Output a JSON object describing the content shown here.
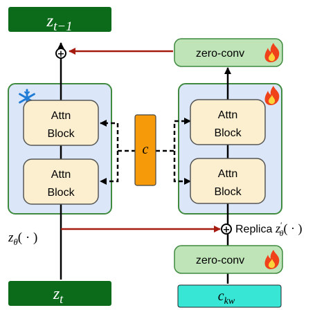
{
  "nodes": {
    "z_prev": {
      "base": "z",
      "sub": "t−1"
    },
    "z_t": {
      "base": "z",
      "sub": "t"
    },
    "c_kw": {
      "base": "c",
      "sub": "kw"
    },
    "c": "c",
    "zero_conv_top": "zero-conv",
    "zero_conv_bottom": "zero-conv",
    "attn_frozen_1": [
      "Attn",
      "Block"
    ],
    "attn_frozen_2": [
      "Attn",
      "Block"
    ],
    "attn_train_1": [
      "Attn",
      "Block"
    ],
    "attn_train_2": [
      "Attn",
      "Block"
    ]
  },
  "labels": {
    "frozen_model": {
      "base": "z",
      "sub": "θ",
      "args": "( · )"
    },
    "replica_word": "Replica",
    "replica_model": {
      "base": "z",
      "prime": "′",
      "sub": "θ",
      "args": "( · )"
    },
    "plus": "+"
  },
  "icons": {
    "frozen": "snowflake-icon",
    "trainable": "fire-icon"
  },
  "colors": {
    "dark_green": "#0c6b1a",
    "light_green": "#bfe4b8",
    "panel_blue": "#dbe7f8",
    "panel_border": "#3f8a3f",
    "block_fill": "#fcefcf",
    "c_fill": "#f69a0a",
    "ckw_fill": "#37e6d5",
    "red_arrow": "#a61b0f",
    "snowflake": "#1f7bd6",
    "fire": "#f0421a"
  }
}
